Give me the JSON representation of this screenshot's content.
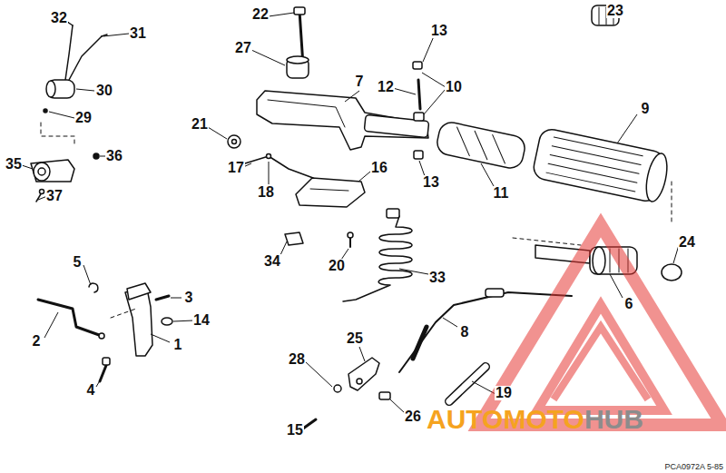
{
  "diagram": {
    "labels": [
      "32",
      "31",
      "30",
      "29",
      "36",
      "35",
      "37",
      "22",
      "27",
      "7",
      "13",
      "12",
      "10",
      "13",
      "21",
      "17",
      "18",
      "16",
      "11",
      "9",
      "23",
      "24",
      "6",
      "34",
      "20",
      "33",
      "5",
      "3",
      "14",
      "2",
      "1",
      "4",
      "8",
      "25",
      "28",
      "26",
      "15",
      "19",
      "AUTOMOTO",
      "HUB",
      "PCA0972A 5-85"
    ]
  }
}
